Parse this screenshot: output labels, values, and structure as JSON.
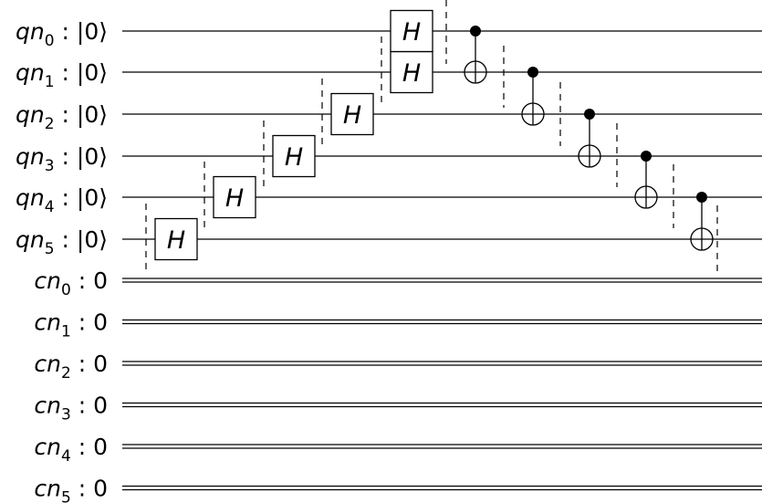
{
  "circuit": {
    "qubits": [
      {
        "name": "qn",
        "index": "0",
        "init": "|0⟩"
      },
      {
        "name": "qn",
        "index": "1",
        "init": "|0⟩"
      },
      {
        "name": "qn",
        "index": "2",
        "init": "|0⟩"
      },
      {
        "name": "qn",
        "index": "3",
        "init": "|0⟩"
      },
      {
        "name": "qn",
        "index": "4",
        "init": "|0⟩"
      },
      {
        "name": "qn",
        "index": "5",
        "init": "|0⟩"
      }
    ],
    "clbits": [
      {
        "name": "cn",
        "index": "0",
        "init": "0"
      },
      {
        "name": "cn",
        "index": "1",
        "init": "0"
      },
      {
        "name": "cn",
        "index": "2",
        "init": "0"
      },
      {
        "name": "cn",
        "index": "3",
        "init": "0"
      },
      {
        "name": "cn",
        "index": "4",
        "init": "0"
      },
      {
        "name": "cn",
        "index": "5",
        "init": "0"
      }
    ],
    "separator": ":",
    "gates": [
      {
        "type": "H",
        "label": "H",
        "qubit": 5
      },
      {
        "type": "H",
        "label": "H",
        "qubit": 4
      },
      {
        "type": "H",
        "label": "H",
        "qubit": 3
      },
      {
        "type": "H",
        "label": "H",
        "qubit": 2
      },
      {
        "type": "H",
        "label": "H",
        "qubit": 1
      },
      {
        "type": "H",
        "label": "H",
        "qubit": 0
      },
      {
        "type": "CX",
        "control": 0,
        "target": 1
      },
      {
        "type": "CX",
        "control": 1,
        "target": 2
      },
      {
        "type": "CX",
        "control": 2,
        "target": 3
      },
      {
        "type": "CX",
        "control": 3,
        "target": 4
      },
      {
        "type": "CX",
        "control": 4,
        "target": 5
      }
    ]
  }
}
